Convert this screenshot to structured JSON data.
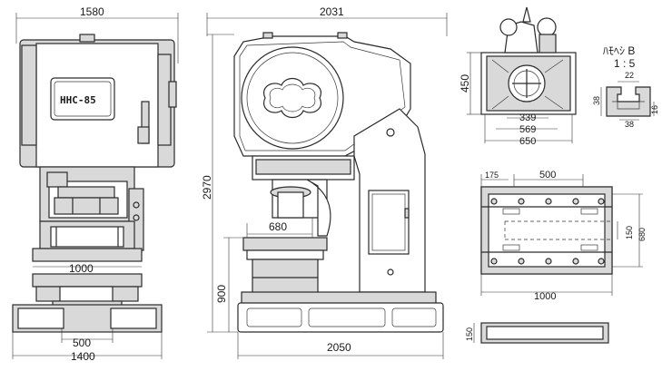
{
  "front_view": {
    "width_top": "1580",
    "table_width": "1000",
    "bolster_width": "500",
    "base_width": "1400",
    "nameplate": "HHC-85"
  },
  "side_view": {
    "depth_top": "2031",
    "height_total": "2970",
    "table_depth": "680",
    "table_height": "900",
    "base_depth": "2050"
  },
  "top_view": {
    "height": "450",
    "dim_339": "339",
    "dim_569": "569",
    "dim_650": "650"
  },
  "slot_detail": {
    "title": "ﾊﾓﾍｼ B",
    "scale": "1 : 5",
    "dim_22": "22",
    "dim_38_left": "38",
    "dim_38_bottom": "38",
    "dim_16": "16"
  },
  "bolster_view": {
    "dim_175": "175",
    "dim_500": "500",
    "dim_150": "150",
    "dim_680": "680",
    "dim_1000": "1000",
    "thickness": "150"
  }
}
